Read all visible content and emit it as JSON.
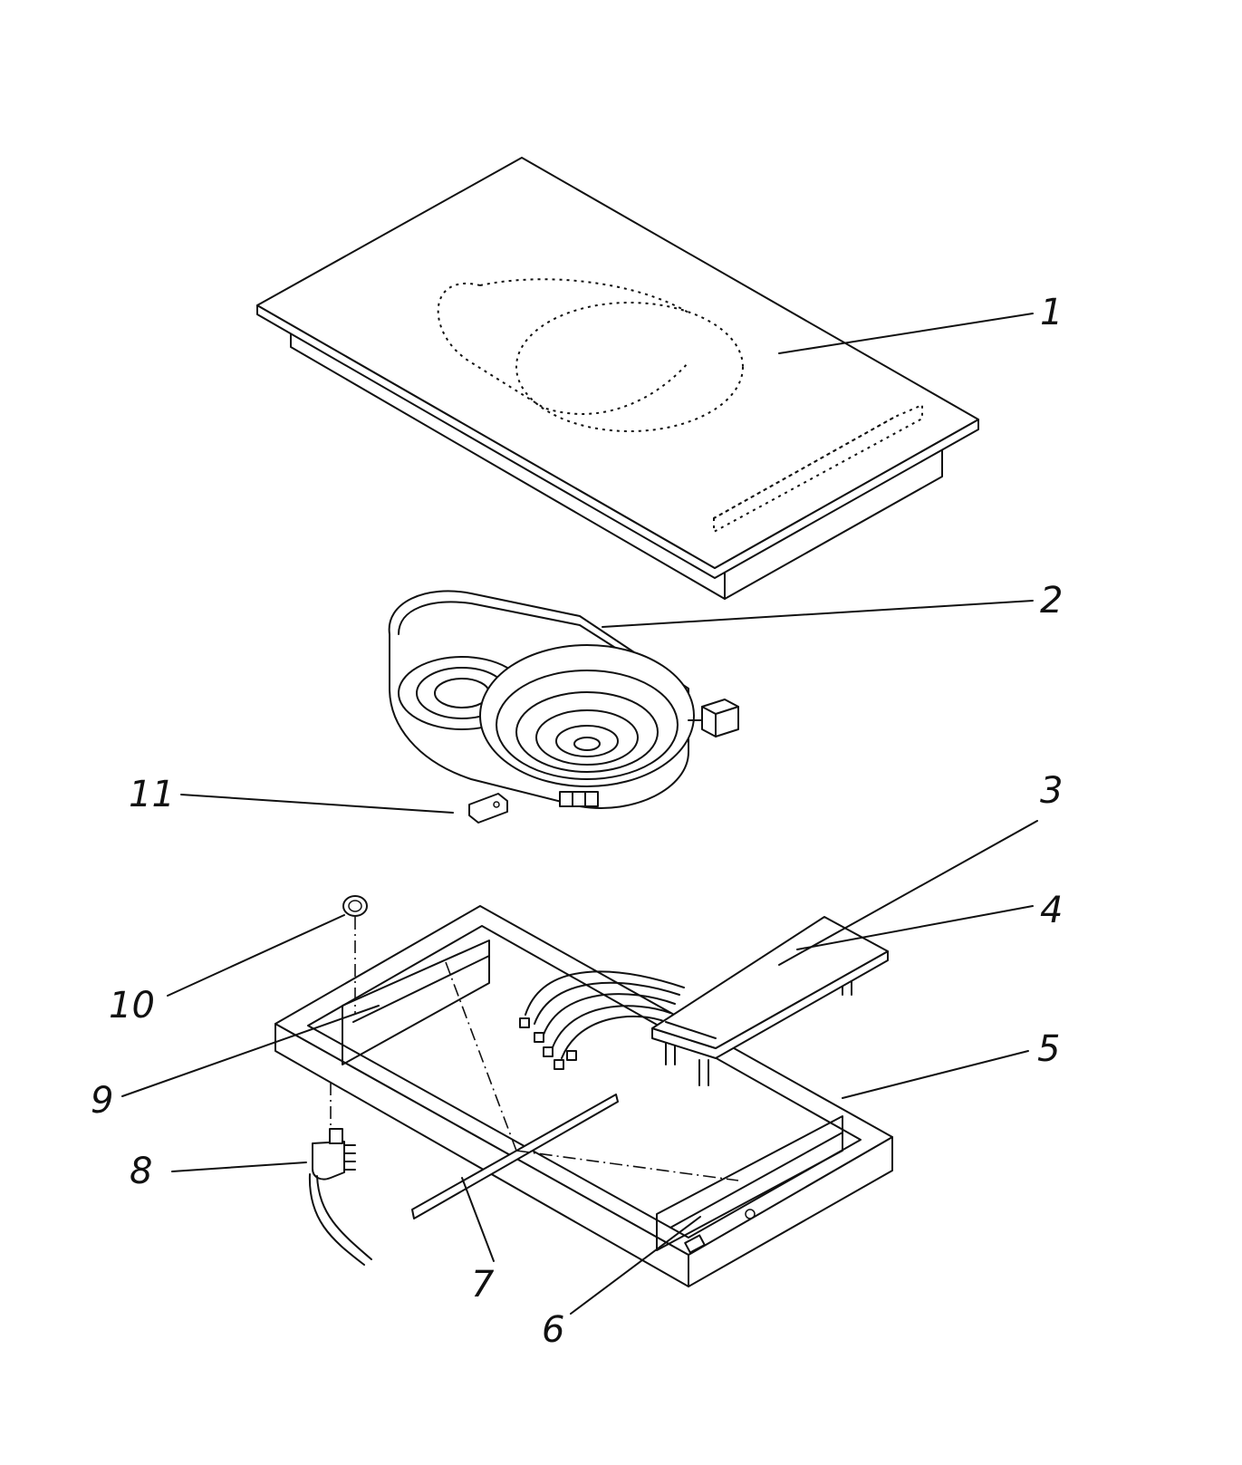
{
  "callouts": [
    {
      "number": "1"
    },
    {
      "number": "2"
    },
    {
      "number": "3"
    },
    {
      "number": "4"
    },
    {
      "number": "5"
    },
    {
      "number": "6"
    },
    {
      "number": "7"
    },
    {
      "number": "8"
    },
    {
      "number": "9"
    },
    {
      "number": "10"
    },
    {
      "number": "11"
    }
  ],
  "colors": {
    "line": "#111111",
    "background": "#ffffff"
  }
}
